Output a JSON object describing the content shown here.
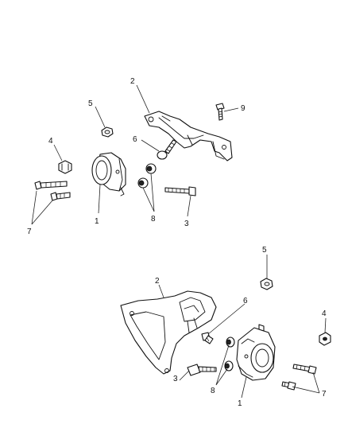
{
  "diagram": {
    "callouts": {
      "top": {
        "bracket_label": "2",
        "nut_label": "5",
        "bolt_short_label": "9",
        "lock_nut_label": "4",
        "bolt_mid_label": "6",
        "mount_label": "1",
        "nuts_label": "8",
        "bolt_long_label": "3",
        "bolts_pair_label": "7"
      },
      "bottom": {
        "nut_label": "5",
        "bracket_label": "2",
        "bolt_mid_label": "6",
        "lock_nut_label": "4",
        "bolt_long_label": "3",
        "nuts_label": "8",
        "mount_label": "1",
        "bolts_pair_label": "7"
      }
    }
  }
}
